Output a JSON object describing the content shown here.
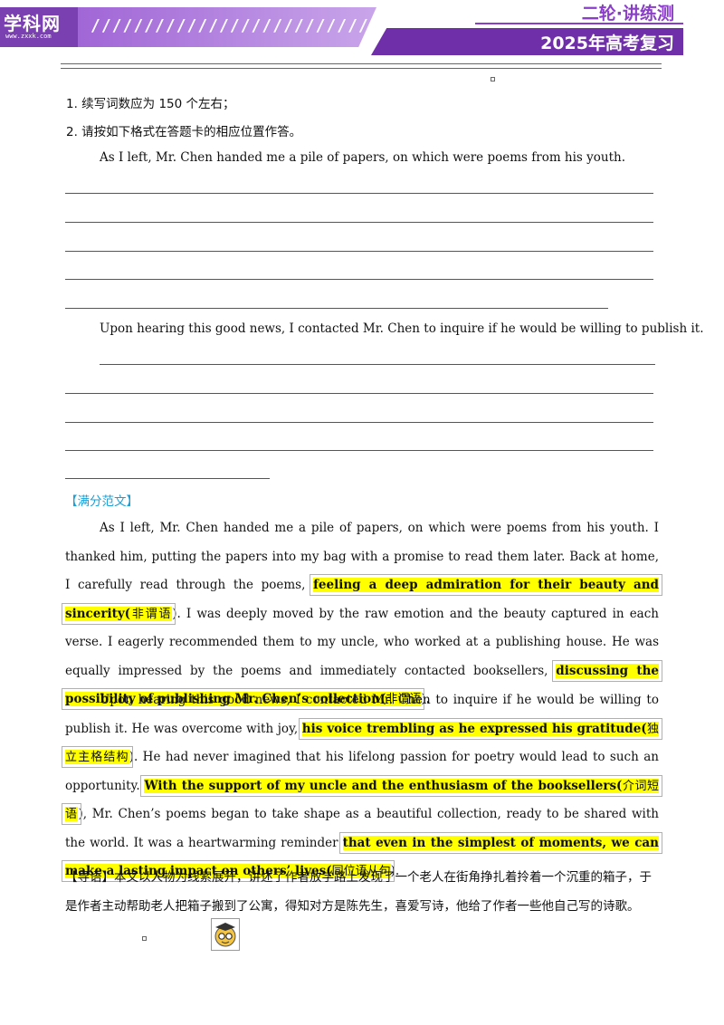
{
  "header": {
    "logo": "学科网",
    "logo_url": "www.zxxk.com",
    "stripes": "//////////////////////////",
    "series": "二轮·讲练测",
    "year_label": "2025年高考复习"
  },
  "instructions": {
    "item1": "1.  续写词数应为  150 个左右；",
    "item2": "2.  请按如下格式在答题卡的相应位置作答。"
  },
  "prompts": {
    "p1": "As I left, Mr. Chen handed me a pile of papers, on which were poems from his youth.",
    "p2": "Upon hearing this good news, I contacted Mr. Chen to inquire if he would be willing to publish it."
  },
  "sample": {
    "label": "【满分范文】",
    "para1": {
      "t1": "As I left, Mr. Chen handed me a pile of papers, on which were poems from his youth. I thanked him, putting the papers into my bag with a promise to read them later. Back at home, I carefully read through the poems, ",
      "h1": "feeling a deep admiration for their beauty and sincerity(",
      "h1_tag": "非谓语",
      "t2": "). I was deeply moved by the raw emotion and the beauty captured in each verse. I eagerly recommended them to my uncle, who worked at a publishing house. He was equally impressed by the poems and immediately contacted booksellers, ",
      "h2": "discussing the possibility of publishing Mr. Chen’s collection(",
      "h2_tag": "非谓语",
      "t3": ")."
    },
    "para2": {
      "t1": "Upon hearing this good news, I contacted Mr. Chen to inquire if he would be willing to publish it. He was overcome with joy, ",
      "h1": "his voice trembling as he expressed his gratitude(",
      "h1_tag": "独立主格结构",
      "t2": "). He had never imagined that his lifelong passion for poetry would lead to such an opportunity. ",
      "h2": "With the support of my uncle and the enthusiasm of the booksellers(",
      "h2_tag": "介词短语",
      "t3": "), Mr. Chen’s poems began to take shape as a beautiful collection, ready to be shared with the world. It was a heartwarming reminder ",
      "h3": "that even in the simplest of moments, we can make a lasting impact on others’ lives(",
      "h3_tag": "同位语从句",
      "t4": ")."
    }
  },
  "guide": {
    "text": "【导语】本文以人物为线索展开，讲述了作者放学路上发现了一个老人在街角挣扎着拎着一个沉重的箱子，于是作者主动帮助老人把箱子搬到了公寓，得知对方是陈先生，喜爱写诗，他给了作者一些他自己写的诗歌。"
  },
  "colors": {
    "brand_purple": "#7a3fb0",
    "highlight": "#ffff00",
    "label_blue": "#1a9fd6"
  }
}
